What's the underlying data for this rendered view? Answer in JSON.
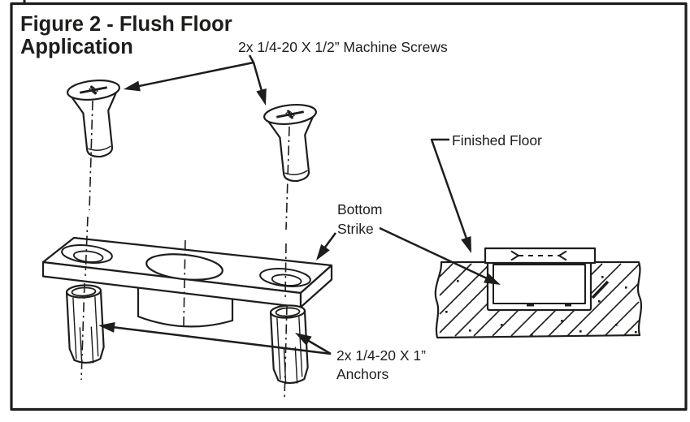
{
  "figure": {
    "title_line1": "Figure 2 - Flush Floor",
    "title_line2": "Application"
  },
  "labels": {
    "machine_screws": "2x 1/4-20 X 1/2” Machine Screws",
    "finished_floor": "Finished Floor",
    "bottom_strike_line1": "Bottom",
    "bottom_strike_line2": "Strike",
    "anchors_line1": "2x 1/4-20 X 1”",
    "anchors_line2": "Anchors"
  },
  "parts": {
    "screw_count": 2,
    "anchor_count": 2,
    "screw_spec": "1/4-20 X 1/2 in machine screw",
    "anchor_spec": "1/4-20 X 1 in anchor"
  },
  "colors": {
    "ink": "#1d1d1b",
    "background": "#ffffff"
  }
}
